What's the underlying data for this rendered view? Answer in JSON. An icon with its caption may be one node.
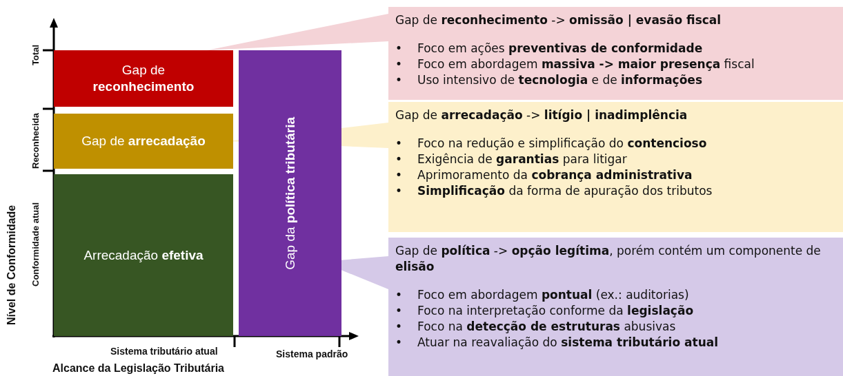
{
  "diagram": {
    "nodes": [
      {
        "text": [
          "Gap de **reconhecimento**"
        ]
      },
      {
        "text": [
          "Gap de **arrecadação**"
        ]
      },
      {
        "text": [
          "Arrecadação **efetiva**"
        ]
      },
      {
        "text": [
          "Gap da **política tributária**"
        ]
      },
      {
        "text": [
          "Gap de **reconhecimento** -> **omissão | evasão fiscal**",
          "• Foco em ações **preventivas de conformidade**",
          "• Foco em abordagem **massiva -> maior presença** fiscal",
          "• Uso intensivo de **tecnologia** e de **informações**"
        ]
      },
      {
        "text": [
          "Gap de **arrecadação** -> **litígio | inadimplência**",
          "• Foco na redução e simplificação do **contencioso**",
          "• Exigência de **garantias** para litigar",
          "• Aprimoramento da **cobrança administrativa**",
          "• **Simplificação** da forma de apuração dos tributos"
        ]
      },
      {
        "text": [
          "Gap de **política** -> **opção legítima**, porém contém um componente de **elisão**",
          "• Foco em abordagem **pontual** (ex.: auditorias)",
          "• Foco na interpretação conforme da **legislação**",
          "• Foco na **detecção de estruturas** abusivas",
          "• Atuar na reavaliação do **sistema tributário atual**"
        ]
      }
    ],
    "edges": [
      {
        "from": 4,
        "to": 0,
        "arrow": "none"
      },
      {
        "from": 5,
        "to": 1,
        "arrow": "none"
      },
      {
        "from": 6,
        "to": 3,
        "arrow": "none"
      }
    ],
    "labels": [
      "Total",
      "Reconhecida",
      "Conformidade atual",
      "Nível de Conformidade",
      "Sistema tributário atual",
      "Sistema padrão",
      "Alcance da Legislação Tributária"
    ]
  }
}
